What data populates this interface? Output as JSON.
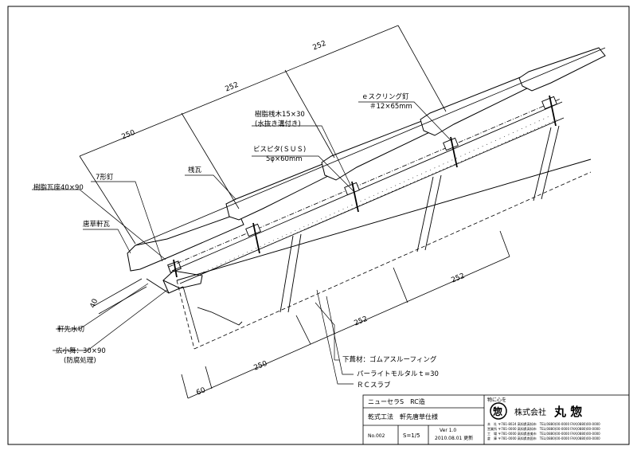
{
  "labels": {
    "e_screw_nail": "ｅスクリング釘",
    "e_screw_nail_size": "＃12×65mm",
    "resin_batten": "樹脂桟木15×30",
    "resin_batten_note": "(水抜き溝付き)",
    "bispita": "ビスピタ(ＳＵＳ)",
    "bispita_size": "5φ×60mm",
    "sangawara": "桟瓦",
    "seven_nail": "7形釘",
    "resin_tile_seat": "樹脂瓦座40×90",
    "karakusa_nokigawara": "唐草軒瓦",
    "noki_mizukiri": "軒先水切",
    "hirokomai": "広小舞：30×90",
    "hirokomai_note": "(防腐処理)",
    "underlay": "下葺材：ゴムアスルーフィング",
    "perlite_mortar": "パーライトモルタルｔ=30",
    "rc_slab": "ＲＣスラブ"
  },
  "dims": {
    "upper_252_a": "252",
    "upper_252_b": "252",
    "upper_250": "250",
    "left_40": "40",
    "lower_252_a": "252",
    "lower_252_b": "252",
    "lower_250": "250",
    "lower_60": "60"
  },
  "title_block": {
    "product": "ニューセラS　RC造",
    "method": "乾式工法　軒先唐草仕様",
    "number": "No.002",
    "scale": "S=1/5",
    "version": "Ver 1.0",
    "date": "2010.08.01 更新",
    "slogan": "物に心を",
    "company_prefix": "株式会社",
    "company_name": "丸 惣",
    "logo_char": "惣",
    "contact_line_1": "本　社 〒781-8024 高知県高知市　TEL(0880)00-0000 FAX(0880)00-0000",
    "contact_line_2": "営業所 〒781-0000 高知県高知市　TEL(0880)00-0000 FAX(0880)00-0000",
    "contact_line_3": "工　場 〒781-0000 高知県香美市　TEL(0880)00-0000 FAX(0880)00-0000",
    "contact_line_4": "倉　庫 〒781-0000 高知県南国市　TEL(0880)00-0000 FAX(0880)00-0000"
  }
}
